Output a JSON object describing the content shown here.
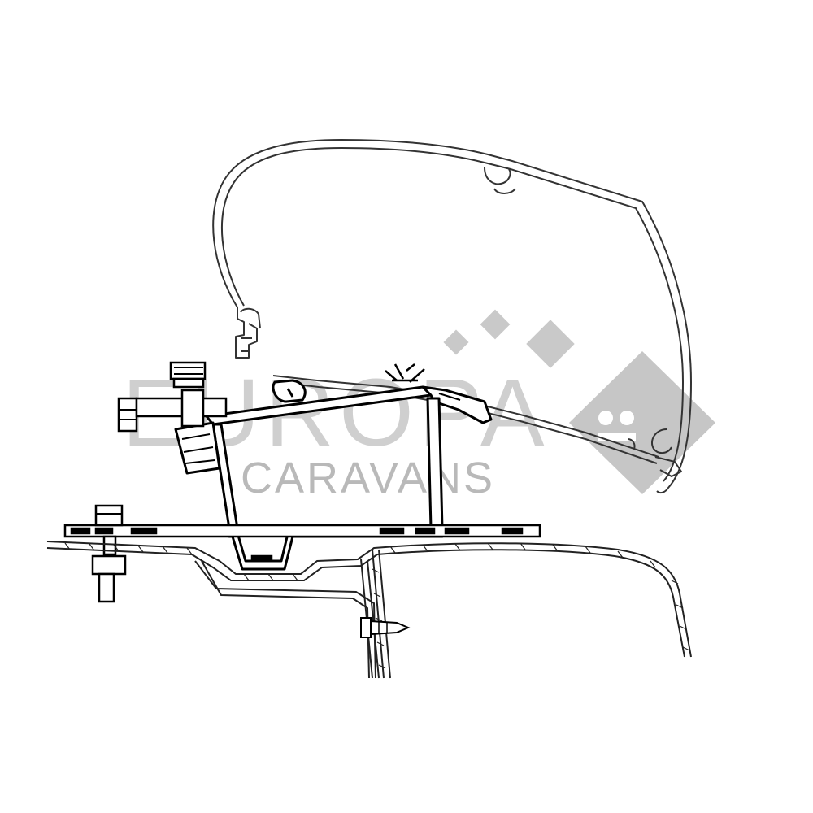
{
  "watermark": {
    "line1": "EUROPA",
    "line2": "CARAVANS",
    "logo_color": "#c4c4c4",
    "text_color": "#cfcfcf"
  },
  "drawing": {
    "line_color": "#000000",
    "outline_color": "#4a4a4a",
    "parts": [
      "awning-case-profile",
      "mounting-adapter-bracket",
      "hex-bolt",
      "roof-bolt",
      "roof-rail",
      "vehicle-roof",
      "screw"
    ]
  }
}
